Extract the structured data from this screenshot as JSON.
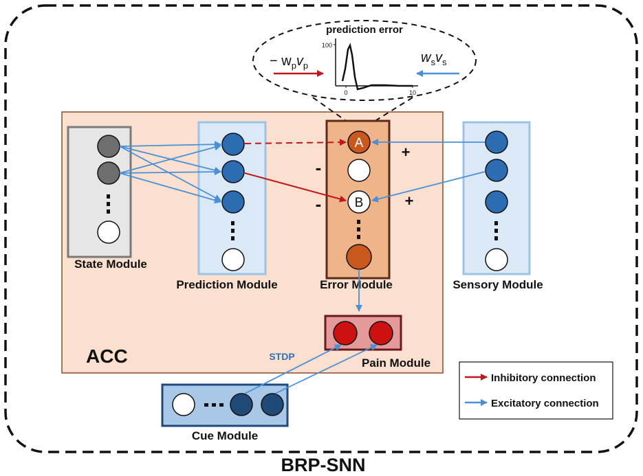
{
  "title": "BRP-SNN",
  "region_label": "ACC",
  "prediction_error": {
    "title": "prediction error",
    "left_term": "− w",
    "left_sub": "p",
    "left_var": "v",
    "left_sub2": "p",
    "right_term": "w",
    "right_sub": "s",
    "right_var": "v",
    "right_sub2": "s",
    "y_tick": "100",
    "x_tick_0": "0",
    "x_tick_10": "10"
  },
  "modules": {
    "state": "State Module",
    "prediction": "Prediction Module",
    "error": "Error Module",
    "sensory": "Sensory Module",
    "pain": "Pain Module",
    "cue": "Cue Module"
  },
  "neurons": {
    "a": "A",
    "b": "B"
  },
  "signs": {
    "minus": "-",
    "plus": "+"
  },
  "stdp_label": "STDP",
  "legend": {
    "inhibitory": "Inhibitory connection",
    "excitatory": "Excitatory connection",
    "inhibitory_color": "#c0161c",
    "excitatory_color": "#4a90d9"
  },
  "colors": {
    "acc_fill": "#fbe0cf",
    "error_fill": "#f0b48a",
    "error_neuron": "#c8581c",
    "prediction_neuron": "#2b6cb3",
    "state_neuron": "#6e6e6e",
    "pain_fill": "#e59a9a",
    "pain_neuron": "#cc1111",
    "cue_fill": "#a9c8e8",
    "cue_neuron": "#1f4a78"
  }
}
